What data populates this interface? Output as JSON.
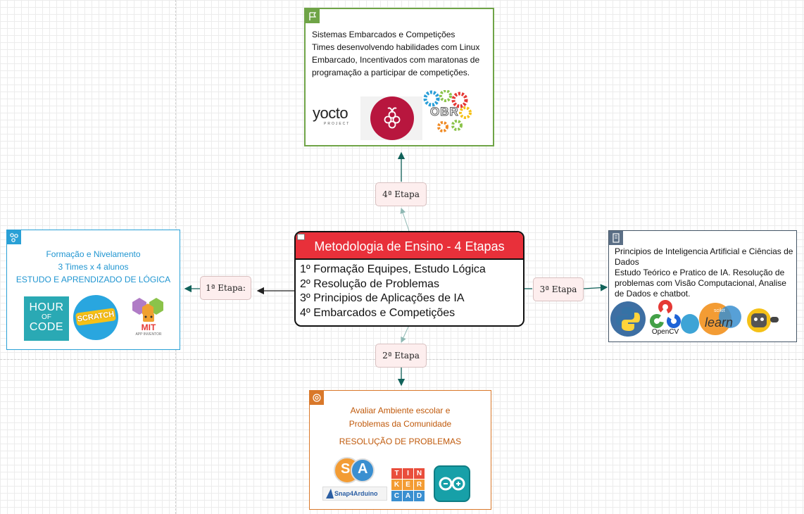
{
  "center": {
    "title": "Metodologia de Ensino - 4 Etapas",
    "items": [
      "1º Formação Equipes, Estudo Lógica",
      "2º Resolução de Problemas",
      "3º Principios de Aplicações de IA",
      "4º Embarcados e Competições"
    ]
  },
  "stages": {
    "s1": "1ª Etapa:",
    "s2": "2ª Etapa",
    "s3": "3ª Etapa",
    "s4": "4ª Etapa"
  },
  "box1": {
    "line1": "Formação e Nivelamento",
    "line2": "3 Times x 4 alunos",
    "line3": "ESTUDO E APRENDIZADO DE LÓGICA",
    "logos": {
      "hour_of_code": [
        "HOUR",
        "OF",
        "CODE"
      ],
      "scratch": "SCRATCH",
      "mit": "MIT",
      "mit_sub": "APP INVENTOR"
    }
  },
  "box4": {
    "lines": [
      "Sistemas Embarcados e Competições",
      "Times desenvolvendo habilidades com Linux",
      "Embarcado, Incentivados com maratonas de",
      "programação a participar de competições."
    ],
    "logos": {
      "yocto": "yocto",
      "yocto_sub": "PROJECT",
      "obr": "OBR"
    }
  },
  "box3": {
    "lines": [
      "Principios de Inteligencia Artificial e Ciências de Dados",
      "Estudo Teórico e Pratico de IA. Resolução de problemas com Visão Computacional,  Analise de Dados e chatbot."
    ],
    "logos": {
      "opencv": "OpenCV",
      "sklearn_small": "scikit",
      "sklearn": "learn"
    }
  },
  "box2": {
    "line1": "Avaliar Ambiente escolar e Problemas da Comunidade",
    "line2": "RESOLUÇÃO DE PROBLEMAS",
    "logos": {
      "snap": "Snap4Arduino",
      "tinkercad": [
        "TIN",
        "KER",
        "CAD"
      ]
    }
  },
  "colors": {
    "center_header": "#e8303a",
    "edge": "#11625a",
    "stage_bg": "#fdeeee",
    "box1": "#29a0d6",
    "box2": "#d9782a",
    "box3": "#445566",
    "box4": "#6fa447"
  }
}
